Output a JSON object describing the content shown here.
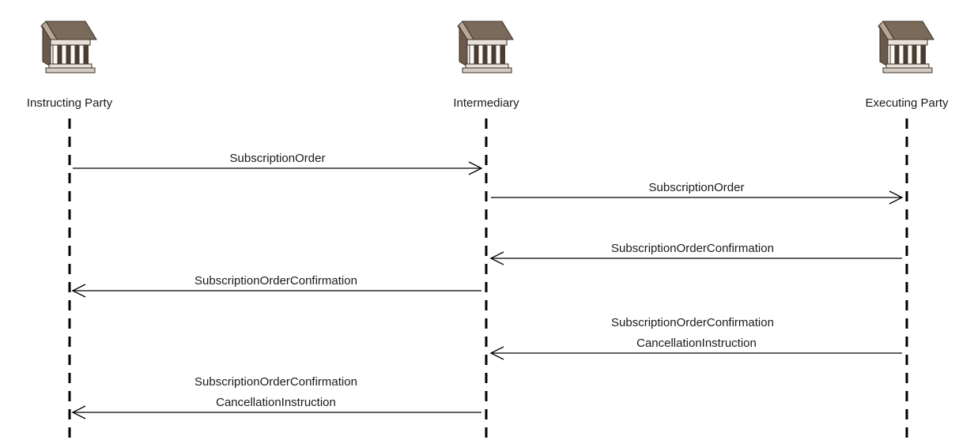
{
  "parties": [
    {
      "id": "instructing",
      "name": "Instructing Party",
      "icon": "bank-building-icon"
    },
    {
      "id": "intermediary",
      "name": "Intermediary",
      "icon": "bank-building-icon"
    },
    {
      "id": "executing",
      "name": "Executing Party",
      "icon": "bank-building-icon"
    }
  ],
  "messages": [
    {
      "from": "instructing",
      "to": "intermediary",
      "lines": [
        "SubscriptionOrder"
      ]
    },
    {
      "from": "intermediary",
      "to": "executing",
      "lines": [
        "SubscriptionOrder"
      ]
    },
    {
      "from": "executing",
      "to": "intermediary",
      "lines": [
        "SubscriptionOrderConfirmation"
      ]
    },
    {
      "from": "intermediary",
      "to": "instructing",
      "lines": [
        "SubscriptionOrderConfirmation"
      ]
    },
    {
      "from": "executing",
      "to": "intermediary",
      "lines": [
        "SubscriptionOrderConfirmation",
        "CancellationInstruction"
      ]
    },
    {
      "from": "intermediary",
      "to": "instructing",
      "lines": [
        "SubscriptionOrderConfirmation",
        "CancellationInstruction"
      ]
    }
  ]
}
